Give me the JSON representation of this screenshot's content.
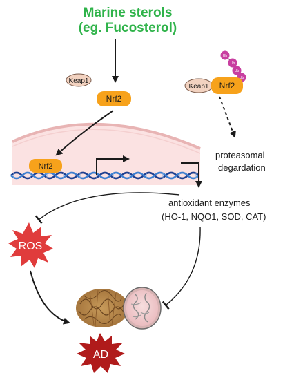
{
  "title": {
    "line1": "Marine sterols",
    "line2": "(eg. Fucosterol)",
    "color": "#2fb34a"
  },
  "proteins": {
    "keap1": "Keap1",
    "nrf2": "Nrf2",
    "nrf2_nuclear": "Nrf2",
    "ub_label": "Ub",
    "ub_count": 4
  },
  "labels": {
    "degradation_line1": "proteasomal",
    "degradation_line2": "degardation",
    "enzymes_line1": "antioxidant enzymes",
    "enzymes_line2": "(HO-1, NQO1, SOD, CAT)",
    "ros": "ROS",
    "ad": "AD"
  },
  "colors": {
    "nrf2_fill": "#f7a21b",
    "keap1_fill": "#f2d2c0",
    "ub_fill": "#c83fa0",
    "burst_fill": "#e03c3c",
    "ad_fill": "#b01b1b",
    "nucleus_fill": "#fbe2e2",
    "dna_dark": "#1e3f8f",
    "dna_light": "#3d7fd0"
  }
}
